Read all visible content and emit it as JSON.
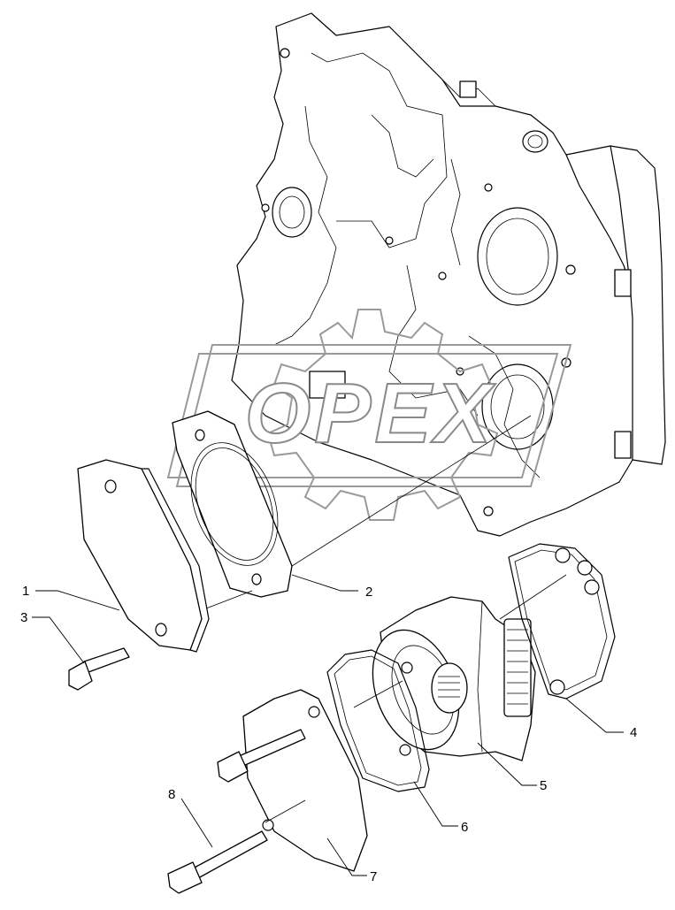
{
  "callouts": {
    "c1": "1",
    "c2": "2",
    "c3": "3",
    "c4": "4",
    "c5": "5",
    "c6": "6",
    "c7": "7",
    "c8": "8"
  },
  "watermark": {
    "text": "OPEX"
  }
}
